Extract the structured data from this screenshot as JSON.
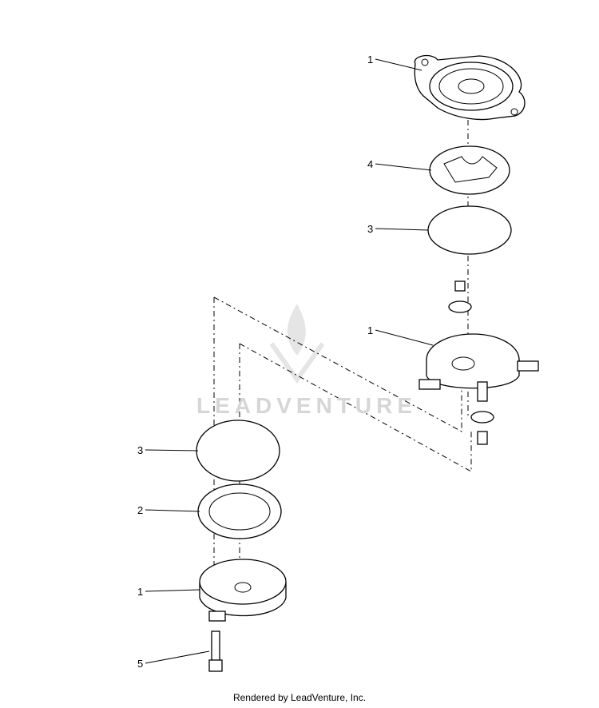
{
  "callouts": {
    "top_housing": "1",
    "top_gasket": "4",
    "top_diaphragm": "3",
    "middle_body": "1",
    "lower_diaphragm": "3",
    "lower_gasket": "2",
    "lower_cover": "1",
    "screw": "5"
  },
  "watermark": "LEADVENTURE",
  "footer": "Rendered by LeadVenture, Inc."
}
